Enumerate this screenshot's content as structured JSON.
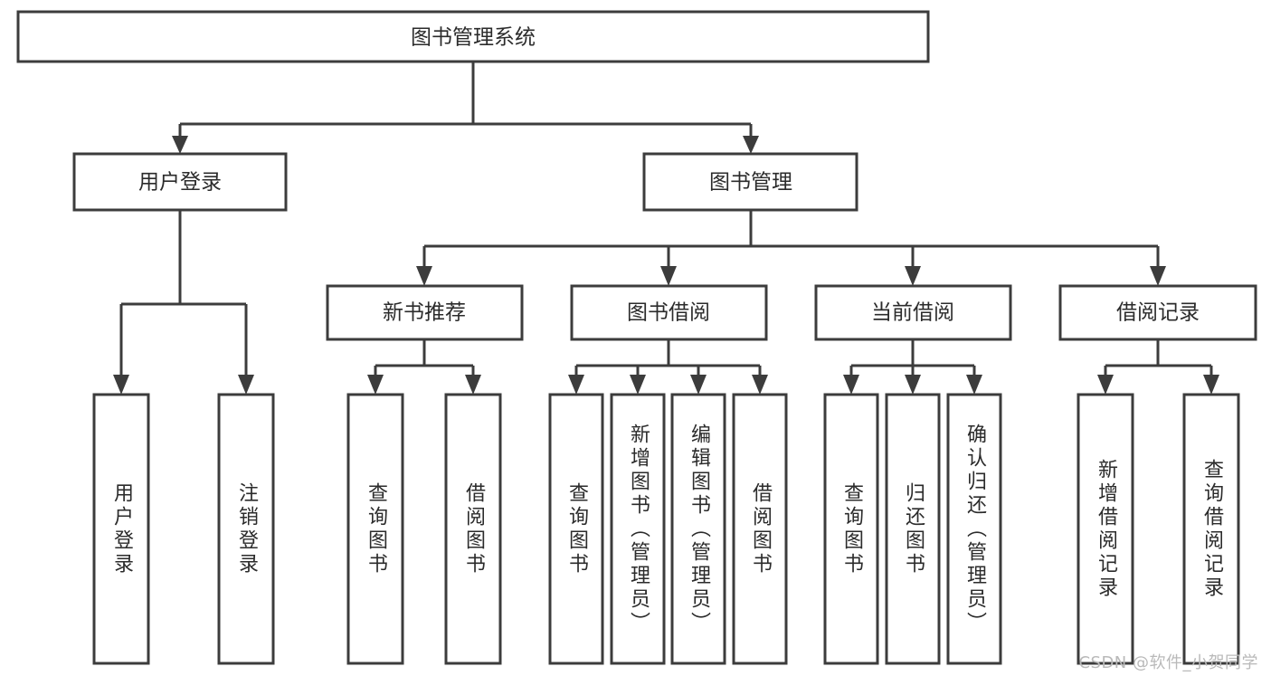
{
  "diagram": {
    "type": "tree",
    "title": "图书管理系统",
    "orientation": "top-down",
    "colors": {
      "box_stroke": "#3c3c3c",
      "box_fill": "#ffffff",
      "text": "#2b2b2b",
      "background": "#ffffff",
      "watermark": "#b9b9b9"
    },
    "root": {
      "label": "图书管理系统"
    },
    "level2": [
      {
        "label": "用户登录"
      },
      {
        "label": "图书管理"
      }
    ],
    "level3": [
      {
        "label": "新书推荐"
      },
      {
        "label": "图书借阅"
      },
      {
        "label": "当前借阅"
      },
      {
        "label": "借阅记录"
      }
    ],
    "leaves": {
      "user_login": [
        {
          "label": "用户登录"
        },
        {
          "label": "注销登录"
        }
      ],
      "new_book_recommend": [
        {
          "label": "查询图书"
        },
        {
          "label": "借阅图书"
        }
      ],
      "book_borrow": [
        {
          "label": "查询图书"
        },
        {
          "label": "新增图书（管理员）"
        },
        {
          "label": "编辑图书（管理员）"
        },
        {
          "label": "借阅图书"
        }
      ],
      "current_borrow": [
        {
          "label": "查询图书"
        },
        {
          "label": "归还图书"
        },
        {
          "label": "确认归还（管理员）"
        }
      ],
      "borrow_record": [
        {
          "label": "新增借阅记录"
        },
        {
          "label": "查询借阅记录"
        }
      ]
    }
  },
  "watermark": {
    "text": "CSDN @软件_小贺同学"
  }
}
